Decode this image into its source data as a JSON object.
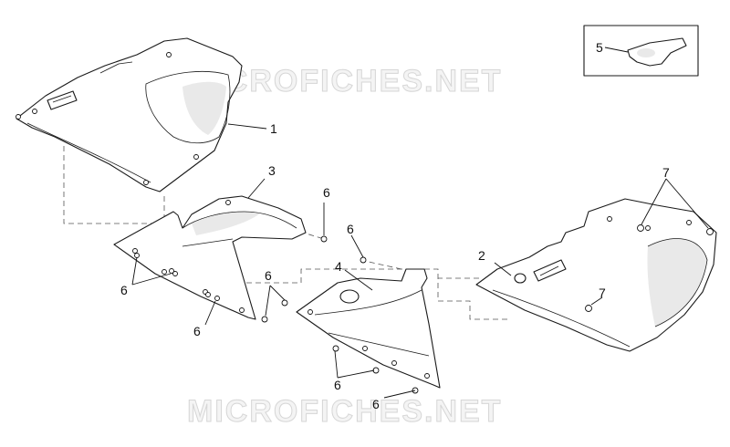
{
  "watermark_text": "MICROFICHES.NET",
  "callouts": {
    "c1": "1",
    "c2": "2",
    "c3": "3",
    "c4": "4",
    "c5": "5",
    "c6a": "6",
    "c6b": "6",
    "c6c": "6",
    "c6d": "6",
    "c6e": "6",
    "c6f": "6",
    "c6g": "6",
    "c7a": "7",
    "c7b": "7"
  }
}
